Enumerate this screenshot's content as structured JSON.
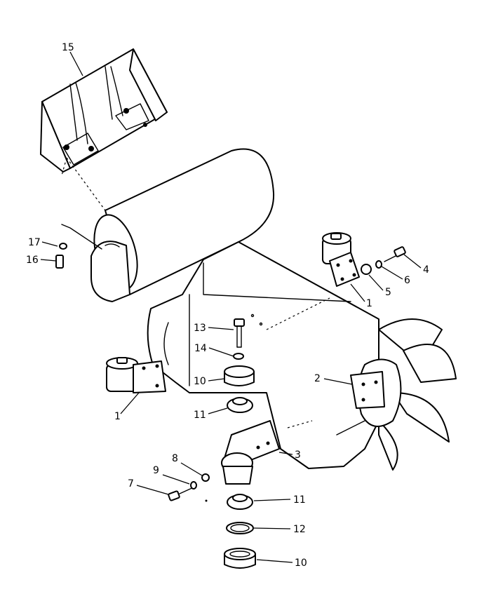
{
  "callouts": [
    {
      "id": "c15",
      "label": "15"
    },
    {
      "id": "c17",
      "label": "17"
    },
    {
      "id": "c16",
      "label": "16"
    },
    {
      "id": "c4",
      "label": "4"
    },
    {
      "id": "c6",
      "label": "6"
    },
    {
      "id": "c5",
      "label": "5"
    },
    {
      "id": "c1a",
      "label": "1"
    },
    {
      "id": "c13",
      "label": "13"
    },
    {
      "id": "c14",
      "label": "14"
    },
    {
      "id": "c10a",
      "label": "10"
    },
    {
      "id": "c2",
      "label": "2"
    },
    {
      "id": "c1b",
      "label": "1"
    },
    {
      "id": "c11a",
      "label": "11"
    },
    {
      "id": "c3",
      "label": "3"
    },
    {
      "id": "c8",
      "label": "8"
    },
    {
      "id": "c9",
      "label": "9"
    },
    {
      "id": "c7",
      "label": "7"
    },
    {
      "id": "c11b",
      "label": "11"
    },
    {
      "id": "c12",
      "label": "12"
    },
    {
      "id": "c10b",
      "label": "10"
    }
  ]
}
